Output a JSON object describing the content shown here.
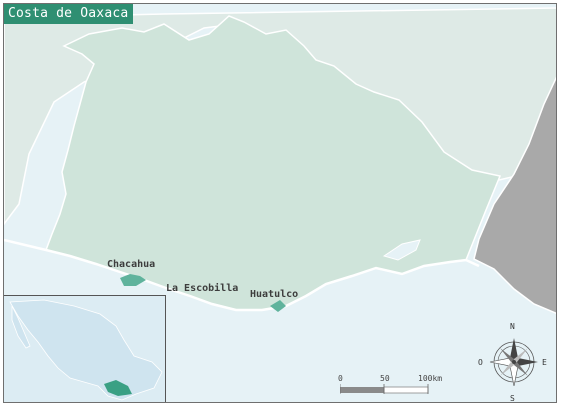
{
  "map": {
    "title": "Costa de Oaxaca",
    "colors": {
      "ocean": "#e6f2f6",
      "state": "#cfe4da",
      "neighbors": "#deeae6",
      "guatemala": "#a9a9a9",
      "protected_area": "#5fb39c",
      "title_bg": "#2f8f72"
    }
  },
  "places": [
    {
      "name": "Chacahua"
    },
    {
      "name": "La Escobilla"
    },
    {
      "name": "Huatulco"
    }
  ],
  "scale_bar": {
    "ticks": [
      "0",
      "50",
      "100km"
    ]
  },
  "compass": {
    "north": "N",
    "south": "S",
    "east": "E",
    "west": "O"
  },
  "inset": {
    "subject": "Mexico locator map with Oaxaca highlighted"
  }
}
